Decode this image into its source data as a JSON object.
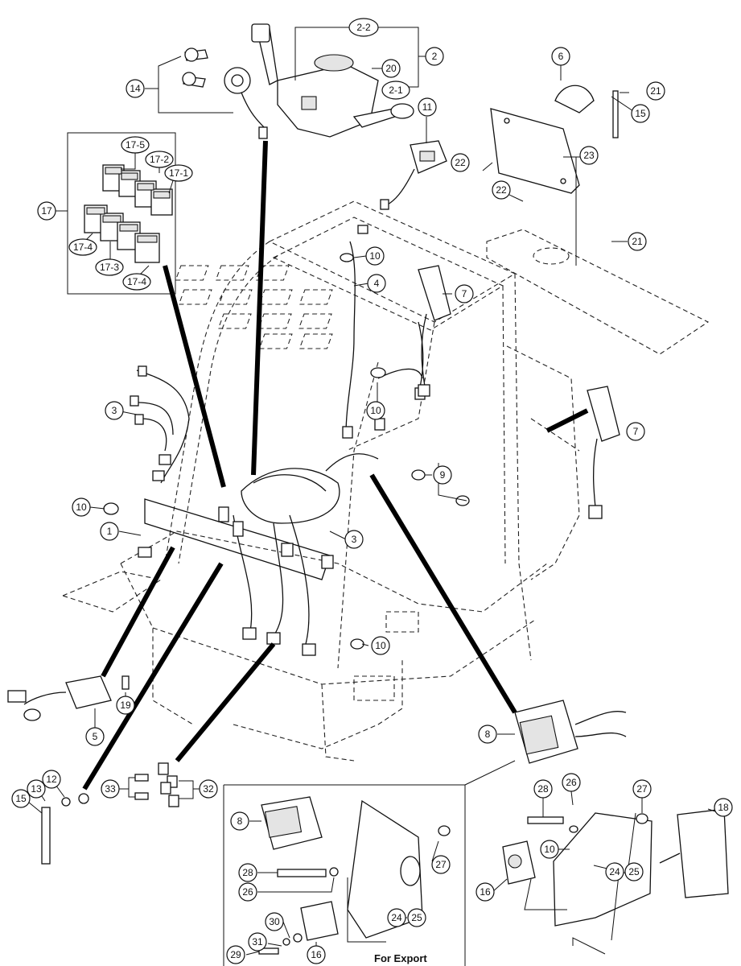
{
  "diagram": {
    "export_caption": "For Export",
    "callouts": [
      {
        "id": "c-2-2",
        "label": "2-2"
      },
      {
        "id": "c-2",
        "label": "2"
      },
      {
        "id": "c-20",
        "label": "20"
      },
      {
        "id": "c-2-1",
        "label": "2-1"
      },
      {
        "id": "c-14",
        "label": "14"
      },
      {
        "id": "c-6",
        "label": "6"
      },
      {
        "id": "c-21a",
        "label": "21"
      },
      {
        "id": "c-15a",
        "label": "15"
      },
      {
        "id": "c-11",
        "label": "11"
      },
      {
        "id": "c-23",
        "label": "23"
      },
      {
        "id": "c-22a",
        "label": "22"
      },
      {
        "id": "c-22b",
        "label": "22"
      },
      {
        "id": "c-21b",
        "label": "21"
      },
      {
        "id": "c-17-5",
        "label": "17-5"
      },
      {
        "id": "c-17-2",
        "label": "17-2"
      },
      {
        "id": "c-17-1",
        "label": "17-1"
      },
      {
        "id": "c-17",
        "label": "17"
      },
      {
        "id": "c-17-4a",
        "label": "17-4"
      },
      {
        "id": "c-17-3",
        "label": "17-3"
      },
      {
        "id": "c-17-4b",
        "label": "17-4"
      },
      {
        "id": "c-10a",
        "label": "10"
      },
      {
        "id": "c-4",
        "label": "4"
      },
      {
        "id": "c-7a",
        "label": "7"
      },
      {
        "id": "c-3a",
        "label": "3"
      },
      {
        "id": "c-10b",
        "label": "10"
      },
      {
        "id": "c-7b",
        "label": "7"
      },
      {
        "id": "c-9",
        "label": "9"
      },
      {
        "id": "c-10c",
        "label": "10"
      },
      {
        "id": "c-1",
        "label": "1"
      },
      {
        "id": "c-3b",
        "label": "3"
      },
      {
        "id": "c-10d",
        "label": "10"
      },
      {
        "id": "c-19",
        "label": "19"
      },
      {
        "id": "c-5",
        "label": "5"
      },
      {
        "id": "c-8a",
        "label": "8"
      },
      {
        "id": "c-12",
        "label": "12"
      },
      {
        "id": "c-13",
        "label": "13"
      },
      {
        "id": "c-15b",
        "label": "15"
      },
      {
        "id": "c-33",
        "label": "33"
      },
      {
        "id": "c-32",
        "label": "32"
      },
      {
        "id": "c-28a",
        "label": "28"
      },
      {
        "id": "c-26a",
        "label": "26"
      },
      {
        "id": "c-27a",
        "label": "27"
      },
      {
        "id": "c-18",
        "label": "18"
      },
      {
        "id": "c-10e",
        "label": "10"
      },
      {
        "id": "c-16a",
        "label": "16"
      },
      {
        "id": "c-24a",
        "label": "24"
      },
      {
        "id": "c-25a",
        "label": "25"
      },
      {
        "id": "c-8b",
        "label": "8"
      },
      {
        "id": "c-27b",
        "label": "27"
      },
      {
        "id": "c-28b",
        "label": "28"
      },
      {
        "id": "c-26b",
        "label": "26"
      },
      {
        "id": "c-24b",
        "label": "24"
      },
      {
        "id": "c-25b",
        "label": "25"
      },
      {
        "id": "c-30",
        "label": "30"
      },
      {
        "id": "c-31",
        "label": "31"
      },
      {
        "id": "c-29",
        "label": "29"
      },
      {
        "id": "c-16b",
        "label": "16"
      }
    ]
  }
}
